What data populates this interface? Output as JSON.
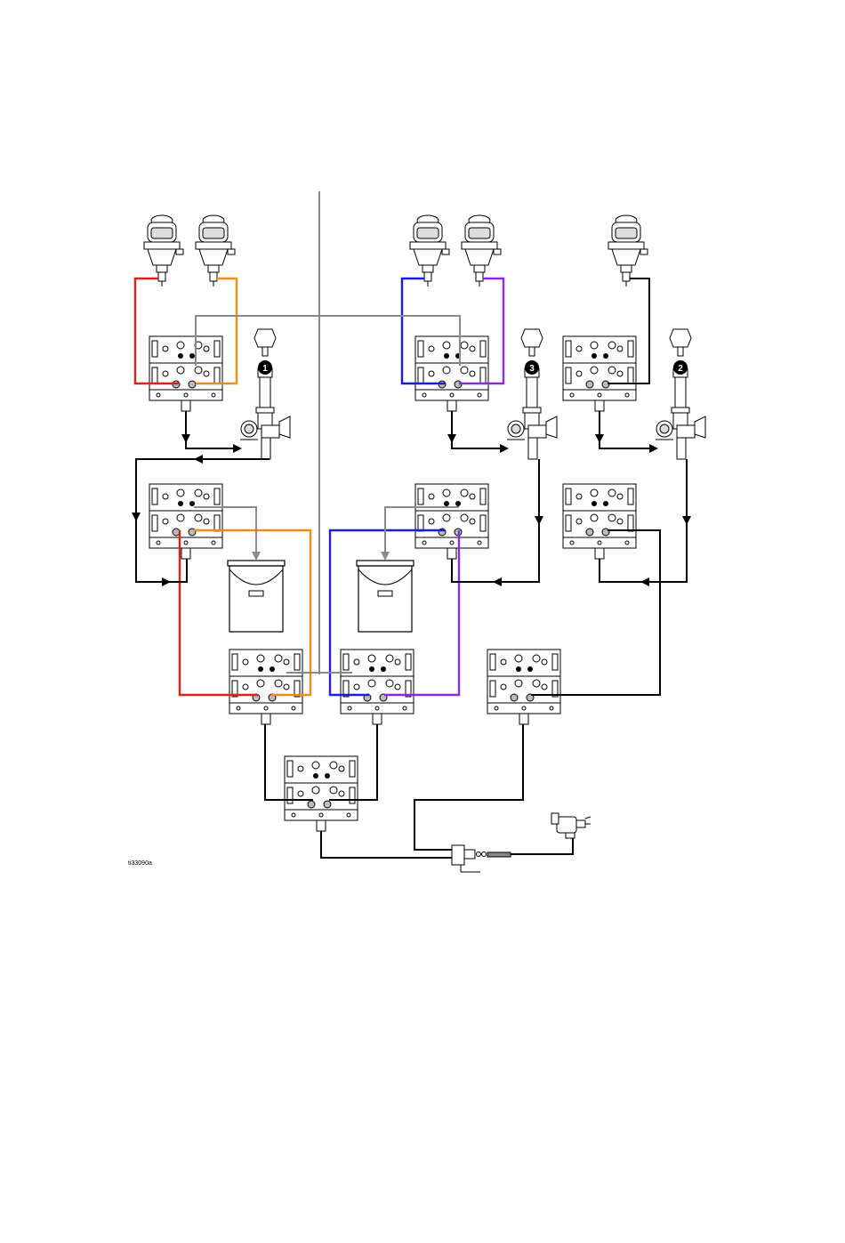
{
  "figure": {
    "id_label": "ti33090a",
    "callouts": [
      "1",
      "3",
      "2"
    ]
  },
  "colors": {
    "red": "#e0201c",
    "orange": "#f08c1a",
    "blue": "#1c1ce0",
    "purple": "#8a2be2",
    "gray": "#8a8a8a",
    "black": "#000000"
  },
  "icons": [
    "fluid-pump-icon",
    "color-change-valve-manifold-icon",
    "fluid-regulator-icon",
    "waste-pail-icon",
    "spray-gun-icon",
    "mix-manifold-icon",
    "flow-arrow-icon"
  ]
}
